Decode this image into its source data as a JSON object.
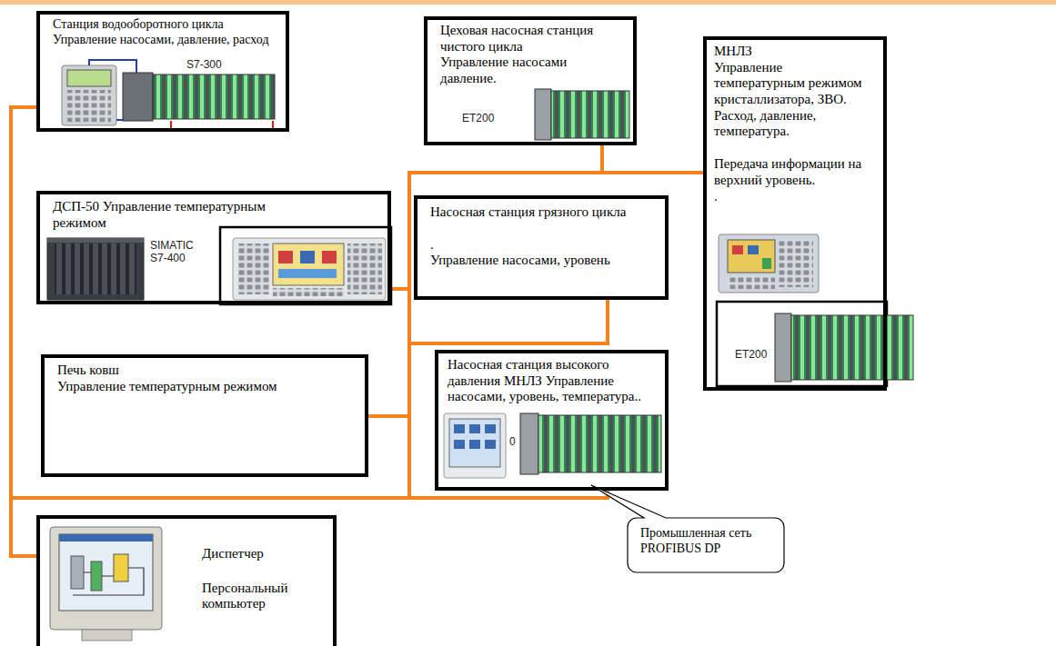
{
  "diagram": {
    "nodes": [
      {
        "text": [
          "Станция водооборотного цикла",
          "Управление насосами, давление, расход"
        ]
      },
      {
        "text": [
          "Цеховая насосная станция чистого цикла",
          "Управление насосами давление."
        ]
      },
      {
        "text": [
          "МНЛЗ",
          "Управление температурным режимом кристаллизатора, ЗВО. Расход, давление, температура.",
          "Передача информации на верхний уровень.",
          "."
        ]
      },
      {
        "text": [
          "ДСП-50 Управление температурным режимом"
        ]
      },
      {
        "text": [
          "Насосная станция грязного цикла",
          ".",
          "Управление насосами, уровень"
        ]
      },
      {
        "text": [
          "Печь ковш",
          "Управление температурным режимом"
        ]
      },
      {
        "text": [
          "Насосная станция высокого давления МНЛЗ Управление насосами, уровень, температура.."
        ]
      },
      {
        "text": [
          "Диспетчер",
          "Персональный компьютер"
        ]
      },
      {
        "text": [
          "Промышленная сеть PROFIBUS DP"
        ]
      }
    ],
    "edges": [
      {
        "from": 7,
        "to": 0,
        "arrow": "none"
      },
      {
        "from": 7,
        "to": 1,
        "arrow": "none"
      },
      {
        "from": 7,
        "to": 2,
        "arrow": "none"
      },
      {
        "from": 7,
        "to": 3,
        "arrow": "none"
      },
      {
        "from": 7,
        "to": 4,
        "arrow": "none"
      },
      {
        "from": 7,
        "to": 5,
        "arrow": "none"
      },
      {
        "from": 7,
        "to": 6,
        "arrow": "none"
      }
    ],
    "labels": [
      "S7-300",
      "ET200",
      "SIMATIC S7-400",
      "ET200",
      "0"
    ]
  }
}
